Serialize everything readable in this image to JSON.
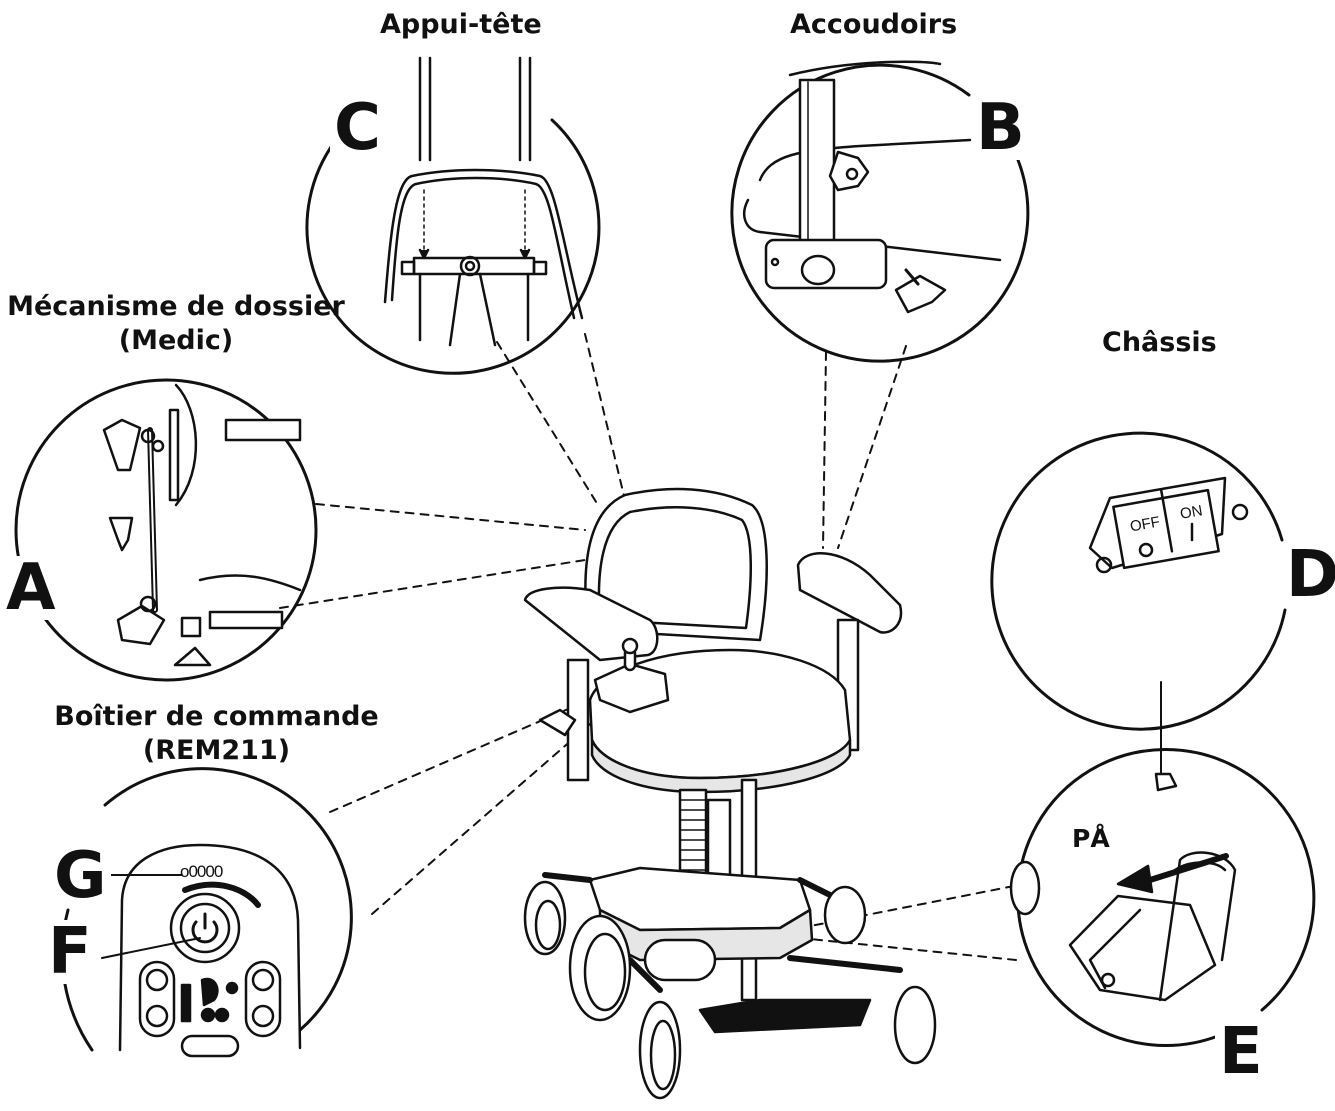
{
  "labels": {
    "headrest": "Appui-tête",
    "armrests": "Accoudoirs",
    "backrest_mechanism_line1": "Mécanisme de dossier",
    "backrest_mechanism_line2": "(Medic)",
    "chassis": "Châssis",
    "control_box_line1": "Boîtier de commande",
    "control_box_line2": "(REM211)"
  },
  "callouts": {
    "a": "A",
    "b": "B",
    "c": "C",
    "d": "D",
    "e": "E",
    "f": "F",
    "g": "G"
  },
  "switch": {
    "off": "OFF",
    "on": "ON"
  },
  "lever": {
    "direction": "PÅ"
  },
  "colors": {
    "line": "#111111",
    "fill": "#ffffff",
    "shade": "#e6e6e6"
  }
}
